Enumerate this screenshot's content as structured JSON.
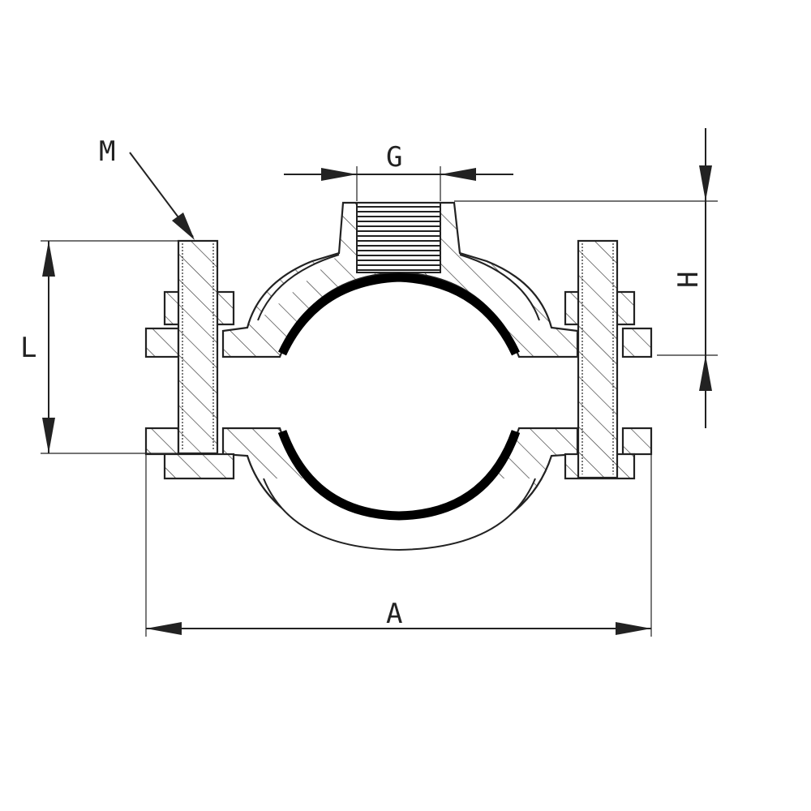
{
  "labels": {
    "M": "M",
    "G": "G",
    "H": "H",
    "L": "L",
    "A": "A"
  },
  "colors": {
    "line": "#222222",
    "background": "#ffffff",
    "gasket": "#000000"
  }
}
